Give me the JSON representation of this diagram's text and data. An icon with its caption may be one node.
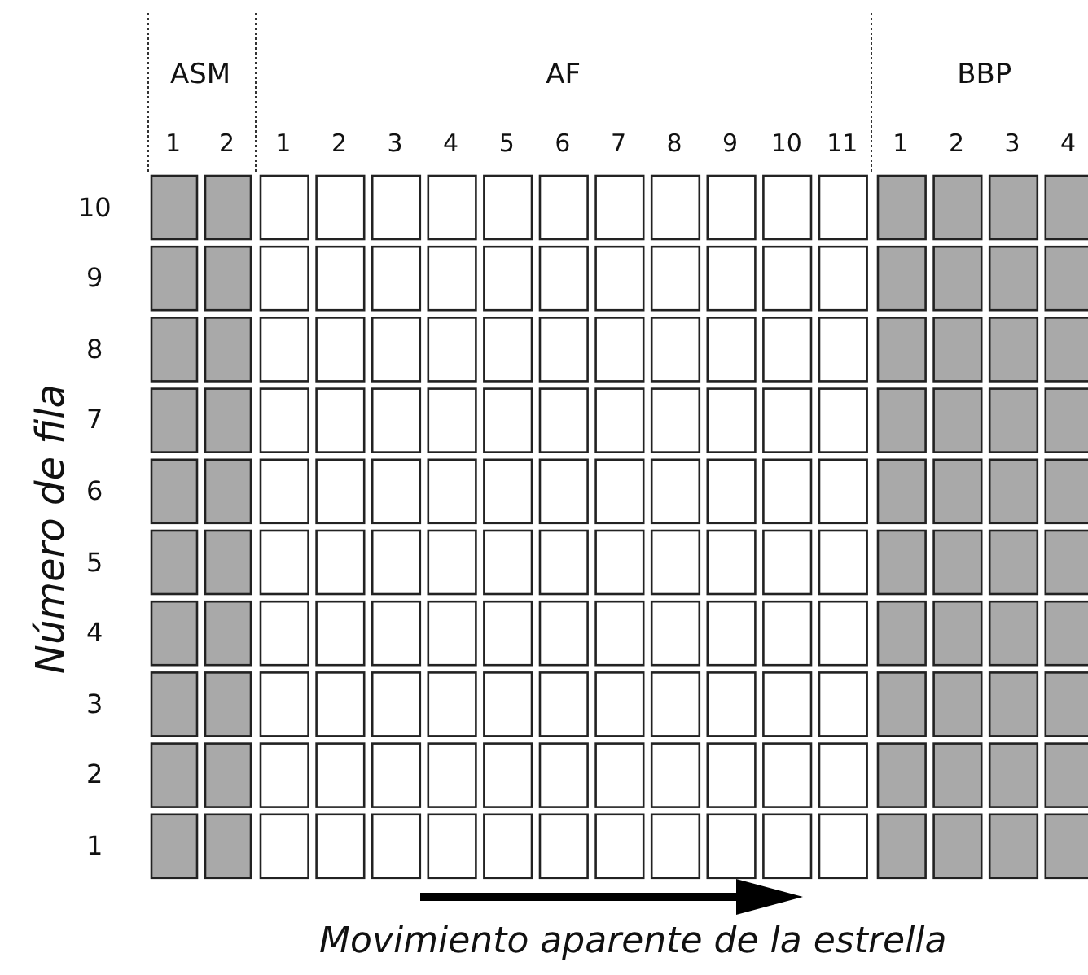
{
  "diagram": {
    "labels": [
      "ASM",
      "AF",
      "BBP",
      "1",
      "2",
      "1",
      "2",
      "3",
      "4",
      "5",
      "6",
      "7",
      "8",
      "9",
      "10",
      "11",
      "1",
      "2",
      "3",
      "4",
      "10",
      "9",
      "8",
      "7",
      "6",
      "5",
      "4",
      "3",
      "2",
      "1",
      "Número de fila",
      "Movimiento aparente de la estrella"
    ]
  }
}
